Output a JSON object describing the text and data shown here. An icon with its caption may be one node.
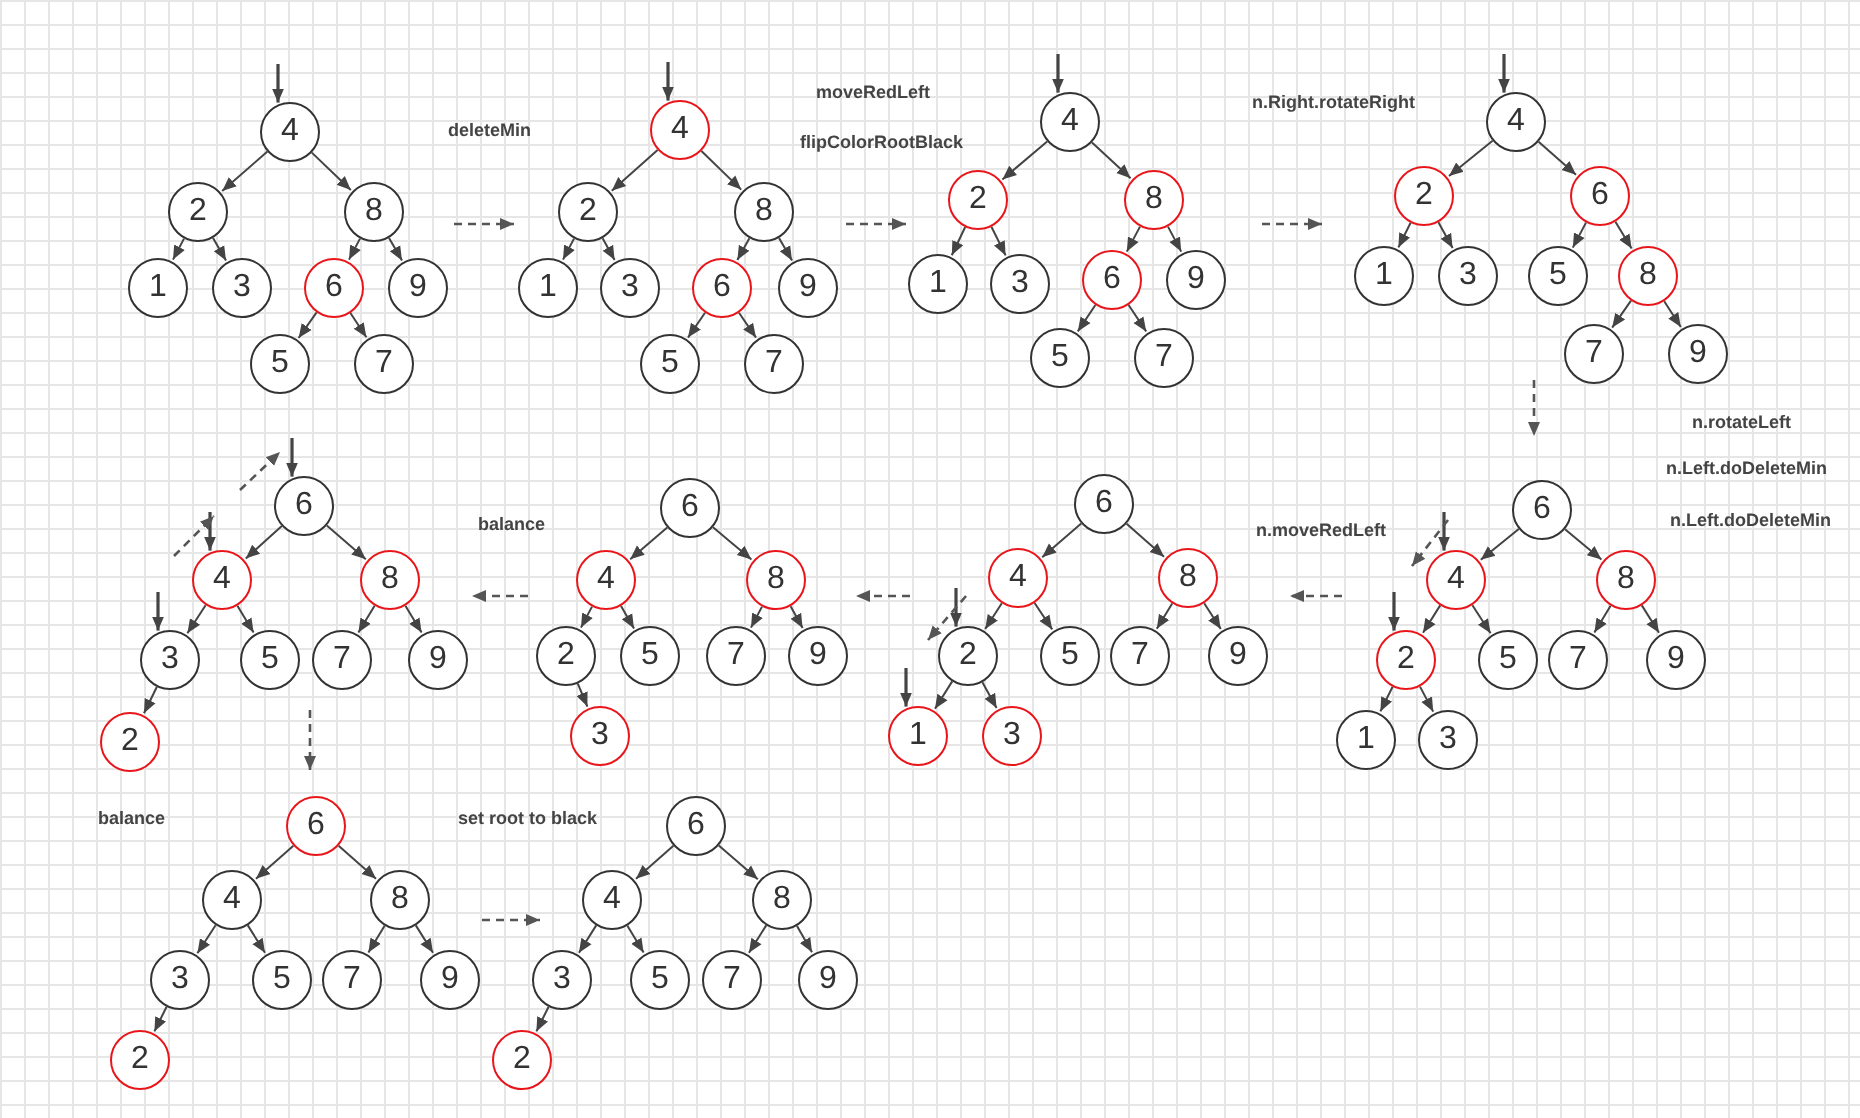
{
  "diagram": {
    "nodes": [
      {
        "text": [
          "4"
        ]
      },
      {
        "text": [
          "2"
        ]
      },
      {
        "text": [
          "8"
        ]
      },
      {
        "text": [
          "1"
        ]
      },
      {
        "text": [
          "3"
        ]
      },
      {
        "text": [
          "6"
        ]
      },
      {
        "text": [
          "9"
        ]
      },
      {
        "text": [
          "5"
        ]
      },
      {
        "text": [
          "7"
        ]
      },
      {
        "text": [
          "4"
        ]
      },
      {
        "text": [
          "2"
        ]
      },
      {
        "text": [
          "8"
        ]
      },
      {
        "text": [
          "1"
        ]
      },
      {
        "text": [
          "3"
        ]
      },
      {
        "text": [
          "6"
        ]
      },
      {
        "text": [
          "9"
        ]
      },
      {
        "text": [
          "5"
        ]
      },
      {
        "text": [
          "7"
        ]
      },
      {
        "text": [
          "4"
        ]
      },
      {
        "text": [
          "2"
        ]
      },
      {
        "text": [
          "8"
        ]
      },
      {
        "text": [
          "1"
        ]
      },
      {
        "text": [
          "3"
        ]
      },
      {
        "text": [
          "6"
        ]
      },
      {
        "text": [
          "9"
        ]
      },
      {
        "text": [
          "5"
        ]
      },
      {
        "text": [
          "7"
        ]
      },
      {
        "text": [
          "4"
        ]
      },
      {
        "text": [
          "2"
        ]
      },
      {
        "text": [
          "6"
        ]
      },
      {
        "text": [
          "1"
        ]
      },
      {
        "text": [
          "3"
        ]
      },
      {
        "text": [
          "5"
        ]
      },
      {
        "text": [
          "8"
        ]
      },
      {
        "text": [
          "7"
        ]
      },
      {
        "text": [
          "9"
        ]
      },
      {
        "text": [
          "6"
        ]
      },
      {
        "text": [
          "4"
        ]
      },
      {
        "text": [
          "8"
        ]
      },
      {
        "text": [
          "2"
        ]
      },
      {
        "text": [
          "5"
        ]
      },
      {
        "text": [
          "7"
        ]
      },
      {
        "text": [
          "9"
        ]
      },
      {
        "text": [
          "1"
        ]
      },
      {
        "text": [
          "3"
        ]
      },
      {
        "text": [
          "6"
        ]
      },
      {
        "text": [
          "4"
        ]
      },
      {
        "text": [
          "8"
        ]
      },
      {
        "text": [
          "2"
        ]
      },
      {
        "text": [
          "5"
        ]
      },
      {
        "text": [
          "7"
        ]
      },
      {
        "text": [
          "9"
        ]
      },
      {
        "text": [
          "1"
        ]
      },
      {
        "text": [
          "3"
        ]
      },
      {
        "text": [
          "6"
        ]
      },
      {
        "text": [
          "4"
        ]
      },
      {
        "text": [
          "8"
        ]
      },
      {
        "text": [
          "2"
        ]
      },
      {
        "text": [
          "5"
        ]
      },
      {
        "text": [
          "7"
        ]
      },
      {
        "text": [
          "9"
        ]
      },
      {
        "text": [
          "3"
        ]
      },
      {
        "text": [
          "6"
        ]
      },
      {
        "text": [
          "4"
        ]
      },
      {
        "text": [
          "8"
        ]
      },
      {
        "text": [
          "3"
        ]
      },
      {
        "text": [
          "5"
        ]
      },
      {
        "text": [
          "7"
        ]
      },
      {
        "text": [
          "9"
        ]
      },
      {
        "text": [
          "2"
        ]
      },
      {
        "text": [
          "6"
        ]
      },
      {
        "text": [
          "4"
        ]
      },
      {
        "text": [
          "8"
        ]
      },
      {
        "text": [
          "3"
        ]
      },
      {
        "text": [
          "5"
        ]
      },
      {
        "text": [
          "7"
        ]
      },
      {
        "text": [
          "9"
        ]
      },
      {
        "text": [
          "2"
        ]
      },
      {
        "text": [
          "6"
        ]
      },
      {
        "text": [
          "4"
        ]
      },
      {
        "text": [
          "8"
        ]
      },
      {
        "text": [
          "3"
        ]
      },
      {
        "text": [
          "5"
        ]
      },
      {
        "text": [
          "7"
        ]
      },
      {
        "text": [
          "9"
        ]
      },
      {
        "text": [
          "2"
        ]
      }
    ],
    "edges": [
      {
        "from": 0,
        "to": 1,
        "arrow": "to"
      },
      {
        "from": 0,
        "to": 2,
        "arrow": "to"
      },
      {
        "from": 1,
        "to": 3,
        "arrow": "to"
      },
      {
        "from": 1,
        "to": 4,
        "arrow": "to"
      },
      {
        "from": 2,
        "to": 5,
        "arrow": "to"
      },
      {
        "from": 2,
        "to": 6,
        "arrow": "to"
      },
      {
        "from": 5,
        "to": 7,
        "arrow": "to"
      },
      {
        "from": 5,
        "to": 8,
        "arrow": "to"
      },
      {
        "from": 9,
        "to": 10,
        "arrow": "to"
      },
      {
        "from": 9,
        "to": 11,
        "arrow": "to"
      },
      {
        "from": 10,
        "to": 12,
        "arrow": "to"
      },
      {
        "from": 10,
        "to": 13,
        "arrow": "to"
      },
      {
        "from": 11,
        "to": 14,
        "arrow": "to"
      },
      {
        "from": 11,
        "to": 15,
        "arrow": "to"
      },
      {
        "from": 14,
        "to": 16,
        "arrow": "to"
      },
      {
        "from": 14,
        "to": 17,
        "arrow": "to"
      },
      {
        "from": 18,
        "to": 19,
        "arrow": "to"
      },
      {
        "from": 18,
        "to": 20,
        "arrow": "to"
      },
      {
        "from": 19,
        "to": 21,
        "arrow": "to"
      },
      {
        "from": 19,
        "to": 22,
        "arrow": "to"
      },
      {
        "from": 20,
        "to": 23,
        "arrow": "to"
      },
      {
        "from": 20,
        "to": 24,
        "arrow": "to"
      },
      {
        "from": 23,
        "to": 25,
        "arrow": "to"
      },
      {
        "from": 23,
        "to": 26,
        "arrow": "to"
      },
      {
        "from": 27,
        "to": 28,
        "arrow": "to"
      },
      {
        "from": 27,
        "to": 29,
        "arrow": "to"
      },
      {
        "from": 28,
        "to": 30,
        "arrow": "to"
      },
      {
        "from": 28,
        "to": 31,
        "arrow": "to"
      },
      {
        "from": 29,
        "to": 32,
        "arrow": "to"
      },
      {
        "from": 29,
        "to": 33,
        "arrow": "to"
      },
      {
        "from": 33,
        "to": 34,
        "arrow": "to"
      },
      {
        "from": 33,
        "to": 35,
        "arrow": "to"
      },
      {
        "from": 36,
        "to": 37,
        "arrow": "to"
      },
      {
        "from": 36,
        "to": 38,
        "arrow": "to"
      },
      {
        "from": 37,
        "to": 39,
        "arrow": "to"
      },
      {
        "from": 37,
        "to": 40,
        "arrow": "to"
      },
      {
        "from": 38,
        "to": 41,
        "arrow": "to"
      },
      {
        "from": 38,
        "to": 42,
        "arrow": "to"
      },
      {
        "from": 39,
        "to": 43,
        "arrow": "to"
      },
      {
        "from": 39,
        "to": 44,
        "arrow": "to"
      },
      {
        "from": 45,
        "to": 46,
        "arrow": "to"
      },
      {
        "from": 45,
        "to": 47,
        "arrow": "to"
      },
      {
        "from": 46,
        "to": 48,
        "arrow": "to"
      },
      {
        "from": 46,
        "to": 49,
        "arrow": "to"
      },
      {
        "from": 47,
        "to": 50,
        "arrow": "to"
      },
      {
        "from": 47,
        "to": 51,
        "arrow": "to"
      },
      {
        "from": 48,
        "to": 52,
        "arrow": "to"
      },
      {
        "from": 48,
        "to": 53,
        "arrow": "to"
      },
      {
        "from": 54,
        "to": 55,
        "arrow": "to"
      },
      {
        "from": 54,
        "to": 56,
        "arrow": "to"
      },
      {
        "from": 55,
        "to": 57,
        "arrow": "to"
      },
      {
        "from": 55,
        "to": 58,
        "arrow": "to"
      },
      {
        "from": 56,
        "to": 59,
        "arrow": "to"
      },
      {
        "from": 56,
        "to": 60,
        "arrow": "to"
      },
      {
        "from": 57,
        "to": 61,
        "arrow": "to"
      },
      {
        "from": 62,
        "to": 63,
        "arrow": "to"
      },
      {
        "from": 62,
        "to": 64,
        "arrow": "to"
      },
      {
        "from": 63,
        "to": 65,
        "arrow": "to"
      },
      {
        "from": 63,
        "to": 66,
        "arrow": "to"
      },
      {
        "from": 64,
        "to": 67,
        "arrow": "to"
      },
      {
        "from": 64,
        "to": 68,
        "arrow": "to"
      },
      {
        "from": 65,
        "to": 69,
        "arrow": "to"
      },
      {
        "from": 70,
        "to": 71,
        "arrow": "to"
      },
      {
        "from": 70,
        "to": 72,
        "arrow": "to"
      },
      {
        "from": 71,
        "to": 73,
        "arrow": "to"
      },
      {
        "from": 71,
        "to": 74,
        "arrow": "to"
      },
      {
        "from": 72,
        "to": 75,
        "arrow": "to"
      },
      {
        "from": 72,
        "to": 76,
        "arrow": "to"
      },
      {
        "from": 73,
        "to": 77,
        "arrow": "to"
      },
      {
        "from": 78,
        "to": 79,
        "arrow": "to"
      },
      {
        "from": 78,
        "to": 80,
        "arrow": "to"
      },
      {
        "from": 79,
        "to": 81,
        "arrow": "to"
      },
      {
        "from": 79,
        "to": 82,
        "arrow": "to"
      },
      {
        "from": 80,
        "to": 83,
        "arrow": "to"
      },
      {
        "from": 80,
        "to": 84,
        "arrow": "to"
      },
      {
        "from": 81,
        "to": 85,
        "arrow": "to"
      },
      {
        "from": null,
        "to": 0,
        "arrow": "to"
      },
      {
        "from": null,
        "to": 9,
        "arrow": "to"
      },
      {
        "from": null,
        "to": 18,
        "arrow": "to"
      },
      {
        "from": null,
        "to": 27,
        "arrow": "to"
      },
      {
        "from": null,
        "to": 37,
        "arrow": "to"
      },
      {
        "from": null,
        "to": 39,
        "arrow": "to"
      },
      {
        "from": null,
        "to": 48,
        "arrow": "to"
      },
      {
        "from": null,
        "to": 52,
        "arrow": "to"
      },
      {
        "from": null,
        "to": 62,
        "arrow": "to"
      },
      {
        "from": null,
        "to": 63,
        "arrow": "to"
      },
      {
        "from": null,
        "to": 65,
        "arrow": "to"
      }
    ],
    "labels": [
      "deleteMin",
      "moveRedLeft",
      "flipColorRootBlack",
      "n.Right.rotateRight",
      "n.rotateLeft",
      "n.Left.doDeleteMin",
      "n.Left.doDeleteMin",
      "n.moveRedLeft",
      "balance",
      "balance",
      "set root to black"
    ]
  }
}
